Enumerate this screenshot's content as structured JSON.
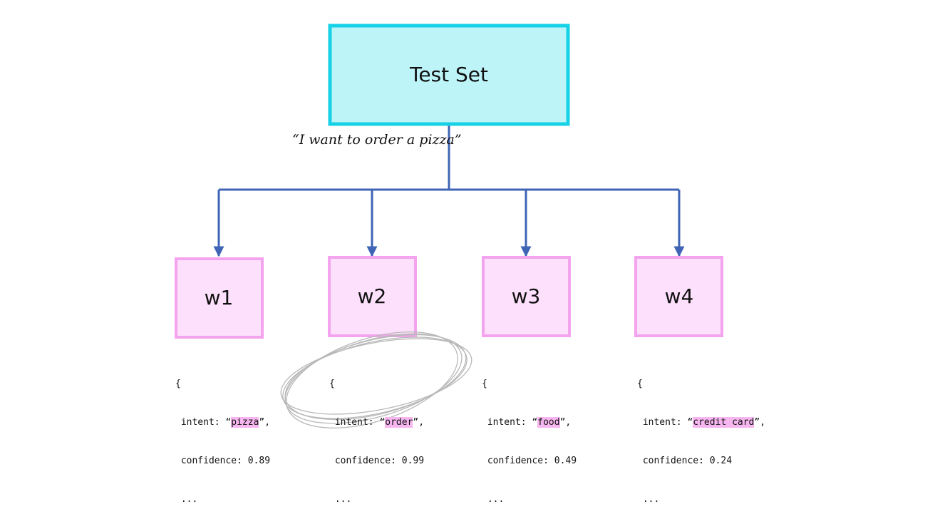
{
  "test_set": {
    "label": "Test Set",
    "fill": "#bdf4f8",
    "stroke": "#17d2e6"
  },
  "utterance": "“I want to order a pizza”",
  "connector_color": "#3f64b5",
  "workers": [
    {
      "label": "w1",
      "brace": "{",
      "intent_prefix": "intent: “",
      "intent_value": "pizza",
      "intent_suffix": "”,",
      "confidence": "confidence: 0.89",
      "ellipsis": "...",
      "selected": false
    },
    {
      "label": "w2",
      "brace": "{",
      "intent_prefix": "intent: “",
      "intent_value": "order",
      "intent_suffix": "”,",
      "confidence": "confidence: 0.99",
      "ellipsis": "...",
      "selected": true
    },
    {
      "label": "w3",
      "brace": "{",
      "intent_prefix": "intent: “",
      "intent_value": "food",
      "intent_suffix": "”,",
      "confidence": "confidence: 0.49",
      "ellipsis": "...",
      "selected": false
    },
    {
      "label": "w4",
      "brace": "{",
      "intent_prefix": "intent: “",
      "intent_value": "credit card",
      "intent_suffix": "”,",
      "confidence": "confidence: 0.24",
      "ellipsis": "...",
      "selected": false
    }
  ],
  "worker_fill": "#fde0fb",
  "worker_stroke": "#f4a3ee",
  "highlight_color": "#f7b6ef",
  "circle_color": "#b8b8b8"
}
